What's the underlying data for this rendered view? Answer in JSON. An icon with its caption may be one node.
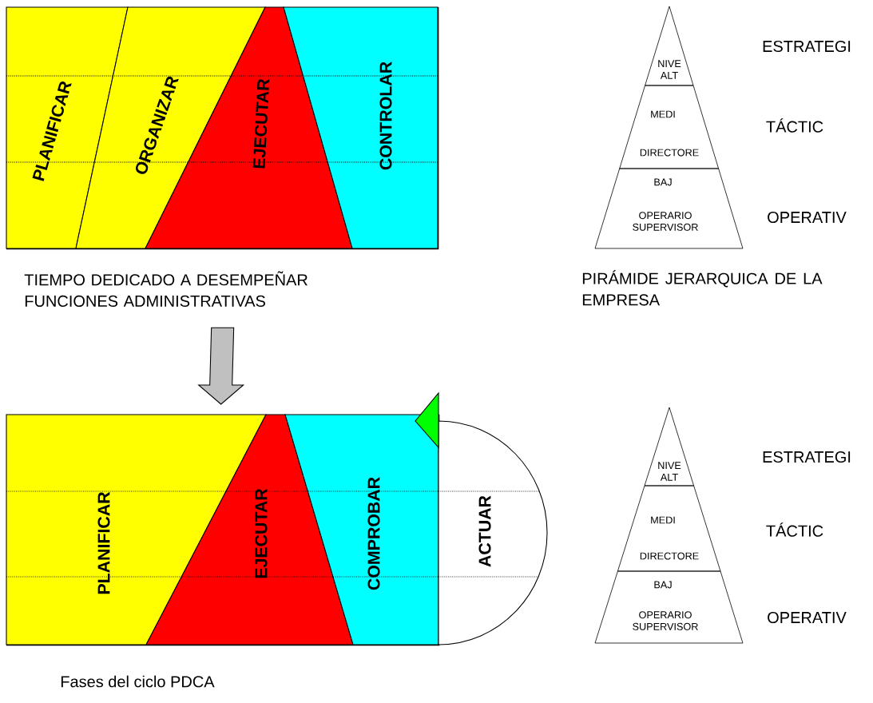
{
  "diagram": {
    "caption": "Fases del ciclo PDCA",
    "nodes": [
      {
        "text": [],
        "shape": "box",
        "beside": [
          "TIEMPO DEDICADO A DESEMPEÑAR FUNCIONES ADMINISTRATIVAS"
        ]
      },
      {
        "text": [
          "PLANIFICAR"
        ],
        "in": 0
      },
      {
        "text": [
          "ORGANIZAR"
        ],
        "in": 0
      },
      {
        "text": [
          "EJECUTAR"
        ],
        "in": 0
      },
      {
        "text": [
          "CONTROLAR"
        ],
        "in": 0
      },
      {
        "text": [
          "NIVE ALT"
        ]
      },
      {
        "text": [
          "MEDI",
          "DIRECTORE"
        ]
      },
      {
        "text": [
          "BAJ",
          "OPERARIO SUPERVISOR"
        ]
      },
      {
        "text": [],
        "shape": "box"
      },
      {
        "text": [
          "PLANIFICAR"
        ],
        "in": 8
      },
      {
        "text": [
          "EJECUTAR"
        ],
        "in": 8
      },
      {
        "text": [
          "COMPROBAR"
        ],
        "in": 8
      },
      {
        "text": [
          "ACTUAR"
        ]
      },
      {
        "text": [
          "NIVE ALT"
        ]
      },
      {
        "text": [
          "MEDI",
          "DIRECTORE"
        ]
      },
      {
        "text": [
          "BAJ",
          "OPERARIO SUPERVISOR"
        ]
      }
    ],
    "edges": [
      {
        "from": 0,
        "to": 8,
        "arrow": "to",
        "style": "thick",
        "color": "#c0c0c0"
      }
    ],
    "labels": [
      "ESTRATEGI",
      "TÁCTIC",
      "OPERATIV",
      "PIRÁMIDE JERARQUICA DE LA EMPRESA",
      "ESTRATEGI",
      "TÁCTIC",
      "OPERATIV"
    ]
  }
}
